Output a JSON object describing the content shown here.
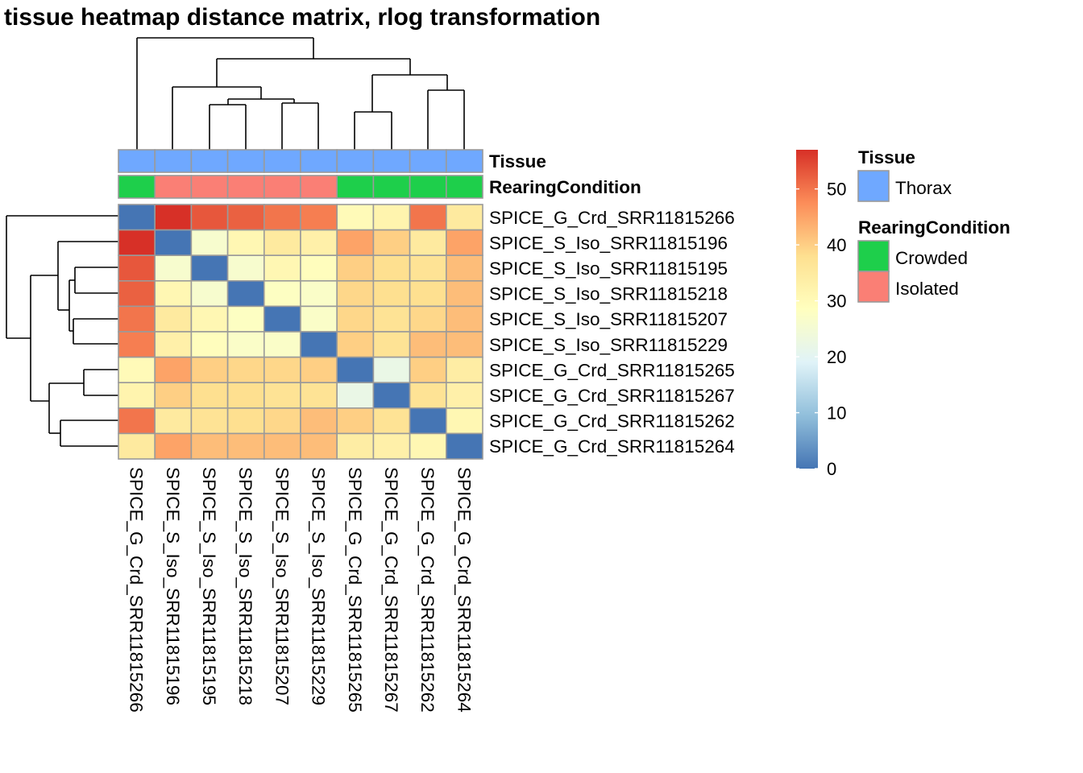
{
  "chart_data": {
    "type": "heatmap",
    "title": "tissue heatmap distance matrix, rlog transformation",
    "samples": [
      "SPICE_G_Crd_SRR11815266",
      "SPICE_S_Iso_SRR11815196",
      "SPICE_S_Iso_SRR11815195",
      "SPICE_S_Iso_SRR11815218",
      "SPICE_S_Iso_SRR11815207",
      "SPICE_S_Iso_SRR11815229",
      "SPICE_G_Crd_SRR11815265",
      "SPICE_G_Crd_SRR11815267",
      "SPICE_G_Crd_SRR11815262",
      "SPICE_G_Crd_SRR11815264"
    ],
    "matrix": [
      [
        0,
        57,
        53,
        52,
        50,
        49,
        30,
        32,
        50,
        35
      ],
      [
        57,
        0,
        26,
        31,
        35,
        33,
        45,
        40,
        35,
        45
      ],
      [
        53,
        26,
        0,
        26,
        31,
        29,
        40,
        38,
        37,
        42
      ],
      [
        52,
        31,
        26,
        0,
        28,
        27,
        39,
        38,
        38,
        42
      ],
      [
        50,
        35,
        31,
        28,
        0,
        27,
        39,
        37,
        39,
        42
      ],
      [
        49,
        33,
        29,
        27,
        27,
        0,
        40,
        37,
        42,
        42
      ],
      [
        30,
        45,
        40,
        39,
        39,
        40,
        0,
        22,
        40,
        34
      ],
      [
        32,
        40,
        38,
        38,
        37,
        37,
        22,
        0,
        37,
        33
      ],
      [
        50,
        35,
        37,
        38,
        39,
        42,
        40,
        37,
        0,
        31
      ],
      [
        35,
        45,
        42,
        42,
        42,
        42,
        34,
        33,
        31,
        0
      ]
    ],
    "annotations": {
      "Tissue": [
        "Thorax",
        "Thorax",
        "Thorax",
        "Thorax",
        "Thorax",
        "Thorax",
        "Thorax",
        "Thorax",
        "Thorax",
        "Thorax"
      ],
      "RearingCondition": [
        "Crowded",
        "Isolated",
        "Isolated",
        "Isolated",
        "Isolated",
        "Isolated",
        "Crowded",
        "Crowded",
        "Crowded",
        "Crowded"
      ]
    },
    "annotation_labels": [
      "Tissue",
      "RearingCondition"
    ],
    "legend": {
      "colorbar_ticks": [
        0,
        10,
        20,
        30,
        40,
        50
      ],
      "range": [
        0,
        57
      ],
      "groups": [
        {
          "title": "Tissue",
          "items": [
            {
              "label": "Thorax",
              "color": "#6fa8ff"
            }
          ]
        },
        {
          "title": "RearingCondition",
          "items": [
            {
              "label": "Crowded",
              "color": "#1ecf4b"
            },
            {
              "label": "Isolated",
              "color": "#fa7f75"
            }
          ]
        }
      ]
    },
    "colors": {
      "palette": [
        "#4575b4",
        "#91bfdb",
        "#e0f3f8",
        "#ffffbf",
        "#fee090",
        "#fc8d59",
        "#d73027"
      ],
      "cell_border": "#9a9a9a"
    }
  }
}
